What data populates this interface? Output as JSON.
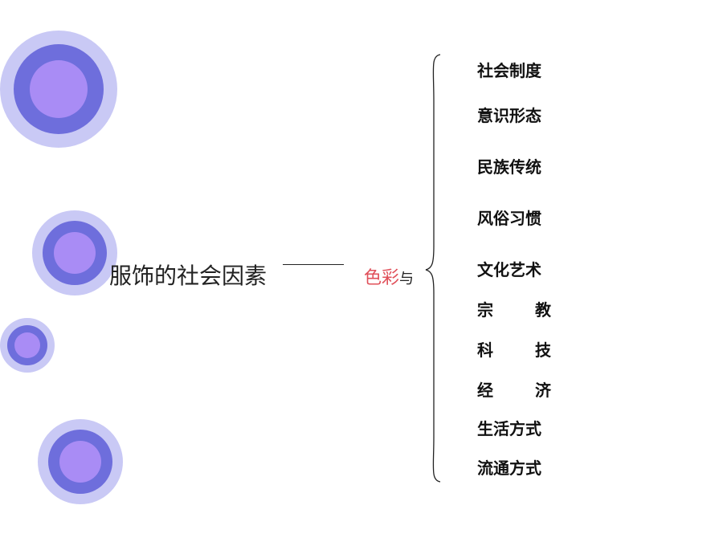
{
  "diagram": {
    "title": "服饰的社会因素",
    "relation": {
      "color_word": "色彩",
      "connector_word": "与"
    },
    "factors": [
      {
        "label": "社会制度"
      },
      {
        "label": "意识形态"
      },
      {
        "label": "民族传统"
      },
      {
        "label": "风俗习惯"
      },
      {
        "label": "文化艺术"
      },
      {
        "first": "宗",
        "second": "教"
      },
      {
        "first": "科",
        "second": "技"
      },
      {
        "first": "经",
        "second": "济"
      },
      {
        "label": "生活方式"
      },
      {
        "label": "流通方式"
      }
    ],
    "colors": {
      "circle_outer": "#c9c9f5",
      "circle_mid": "#6e6edc",
      "circle_inner": "#a98cf5",
      "accent_text": "#e0505a"
    }
  }
}
